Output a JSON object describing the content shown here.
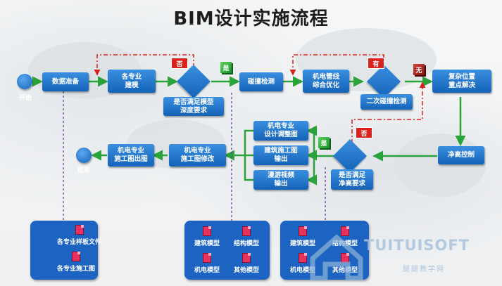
{
  "title": "BIM设计实施流程",
  "nodes": {
    "start": "开始",
    "data_prep": "数据准备",
    "modeling": "各专业\n建模",
    "decision1_label": "是否满足模型\n深度要求",
    "clash_check": "碰撞检测",
    "mep_opt": "机电管线\n综合优化",
    "second_clash": "二次碰撞检测",
    "complex_sol": "复杂位置\n重点解决",
    "net_height": "净高控制",
    "decision2_label": "是否满足\n净高要求",
    "mep_adjust": "机电专业\n设计调整图",
    "arch_output": "建筑施工图\n输出",
    "walkthrough": "漫游视频\n输出",
    "drawing_modify": "机电专业\n施工图修改",
    "drawing_output": "机电专业\n施工图出图",
    "end": "结束"
  },
  "tags": {
    "no1": "否",
    "yes1": "是",
    "yes_top2": "有",
    "none": "无",
    "no2": "否",
    "yes2": "是"
  },
  "panels": {
    "p1": [
      "各专业样板文件",
      "各专业施工图"
    ],
    "p2": [
      "建筑模型",
      "结构模型",
      "机电模型",
      "其他模型"
    ],
    "p3": [
      "建筑模型",
      "结构模型",
      "机电模型",
      "其他模型"
    ]
  },
  "watermark": {
    "brand": "TUITUISOFT",
    "sub": "腿腿教学网"
  },
  "colors": {
    "node": "#1d6fd0",
    "arrow": "#2aa43a",
    "dashed": "#d8221c",
    "purple": "#6b3fa0"
  }
}
